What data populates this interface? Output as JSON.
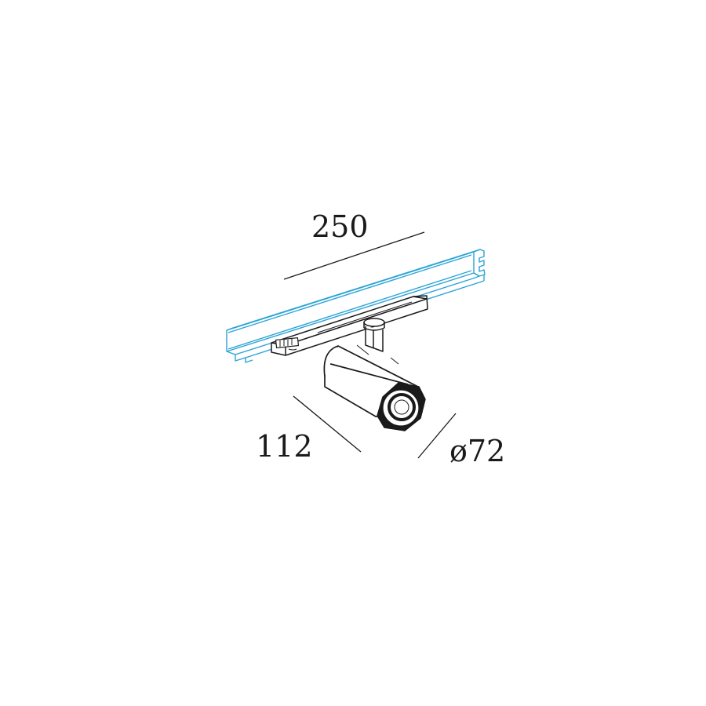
{
  "dimensions": {
    "length": "250",
    "depth": "112",
    "diameter": "ø72"
  },
  "colors": {
    "track": "#2ba3d6",
    "line": "#1a1a1a",
    "background": "#ffffff"
  }
}
